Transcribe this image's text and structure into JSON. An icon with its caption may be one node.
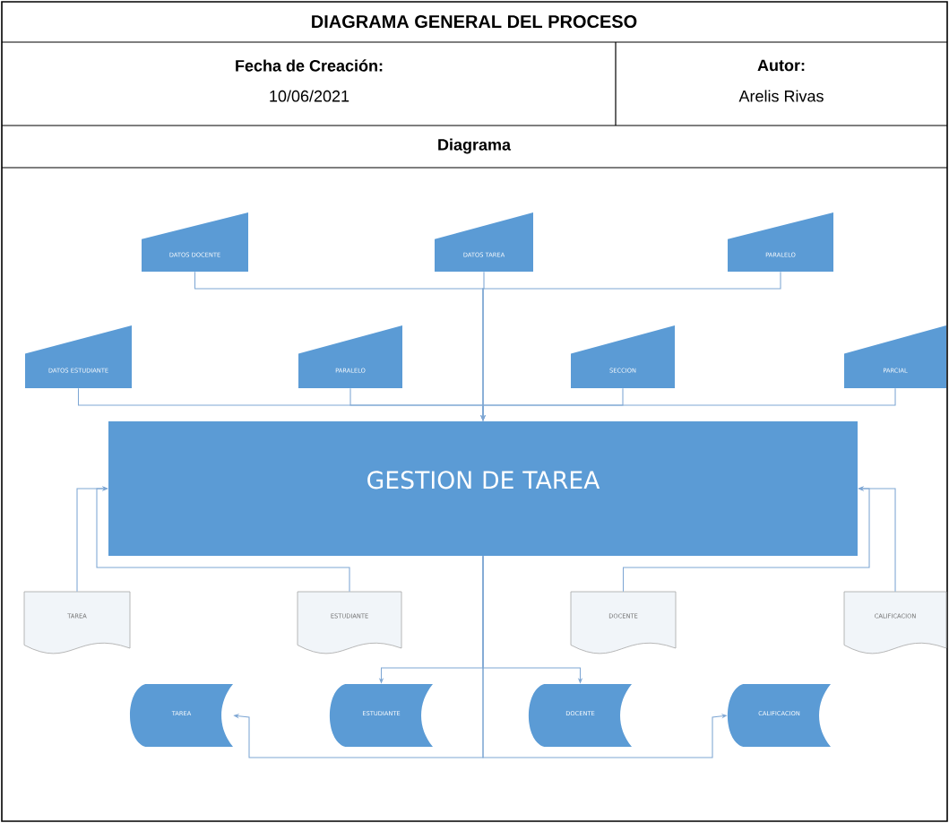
{
  "diagram": {
    "title": "DIAGRAMA GENERAL DEL PROCESO",
    "nodes": [
      {
        "text": [
          "DATOS DOCENTE"
        ]
      },
      {
        "text": [
          "DATOS TAREA"
        ]
      },
      {
        "text": [
          "PARALELO"
        ]
      },
      {
        "text": [
          "DATOS ESTUDIANTE"
        ]
      },
      {
        "text": [
          "PARALELO"
        ]
      },
      {
        "text": [
          "SECCION"
        ]
      },
      {
        "text": [
          "PARCIAL"
        ]
      },
      {
        "text": [
          "GESTION DE TAREA"
        ]
      },
      {
        "text": [
          "TAREA"
        ]
      },
      {
        "text": [
          "ESTUDIANTE"
        ]
      },
      {
        "text": [
          "DOCENTE"
        ]
      },
      {
        "text": [
          "CALIFICACION"
        ]
      },
      {
        "text": [
          "TAREA"
        ]
      },
      {
        "text": [
          "ESTUDIANTE"
        ]
      },
      {
        "text": [
          "DOCENTE"
        ]
      },
      {
        "text": [
          "CALIFICACION"
        ]
      }
    ],
    "edges": [
      {
        "from": 0,
        "to": 7,
        "arrow": "to"
      },
      {
        "from": 1,
        "to": 7,
        "arrow": "to"
      },
      {
        "from": 2,
        "to": 7,
        "arrow": "to"
      },
      {
        "from": 3,
        "to": 7,
        "arrow": "to"
      },
      {
        "from": 4,
        "to": 7,
        "arrow": "to"
      },
      {
        "from": 5,
        "to": 7,
        "arrow": "to"
      },
      {
        "from": 6,
        "to": 7,
        "arrow": "to"
      },
      {
        "from": 8,
        "to": 7,
        "arrow": "to"
      },
      {
        "from": 9,
        "to": 7,
        "arrow": "to"
      },
      {
        "from": 10,
        "to": 7,
        "arrow": "to"
      },
      {
        "from": 11,
        "to": 7,
        "arrow": "to"
      },
      {
        "from": 7,
        "to": 12,
        "arrow": "to"
      },
      {
        "from": 7,
        "to": 13,
        "arrow": "to"
      },
      {
        "from": 7,
        "to": 14,
        "arrow": "to"
      },
      {
        "from": 7,
        "to": 15,
        "arrow": "to"
      }
    ],
    "labels": [
      "Fecha de Creación:",
      "Autor:",
      "10/06/2021",
      "Arelis Rivas",
      "Diagrama"
    ]
  }
}
